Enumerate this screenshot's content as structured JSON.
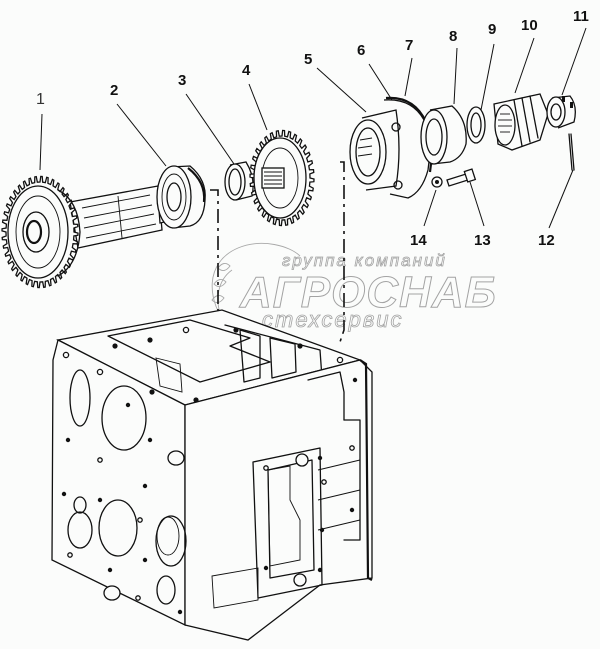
{
  "diagram": {
    "type": "exploded-assembly-view",
    "subject": "gearbox housing with shaft, gears and bearing cup",
    "callouts": [
      {
        "id": "1",
        "label": "1",
        "part": "gear shaft with spur gear"
      },
      {
        "id": "2",
        "label": "2",
        "part": "ball bearing"
      },
      {
        "id": "3",
        "label": "3",
        "part": "spacer ring"
      },
      {
        "id": "4",
        "label": "4",
        "part": "spur gear"
      },
      {
        "id": "5",
        "label": "5",
        "part": "bearing cup"
      },
      {
        "id": "6",
        "label": "6",
        "part": "flange"
      },
      {
        "id": "7",
        "label": "7",
        "part": "gasket"
      },
      {
        "id": "8",
        "label": "8",
        "part": "roller bearing"
      },
      {
        "id": "9",
        "label": "9",
        "part": "washer"
      },
      {
        "id": "10",
        "label": "10",
        "part": "bevel gear"
      },
      {
        "id": "11",
        "label": "11",
        "part": "castle nut"
      },
      {
        "id": "12",
        "label": "12",
        "part": "cotter pin"
      },
      {
        "id": "13",
        "label": "13",
        "part": "bolt"
      },
      {
        "id": "14",
        "label": "14",
        "part": "washer"
      }
    ]
  },
  "watermark": {
    "line1": "группа компаний",
    "line2": "АГРОСНАБ",
    "line3": "стехсервис"
  }
}
